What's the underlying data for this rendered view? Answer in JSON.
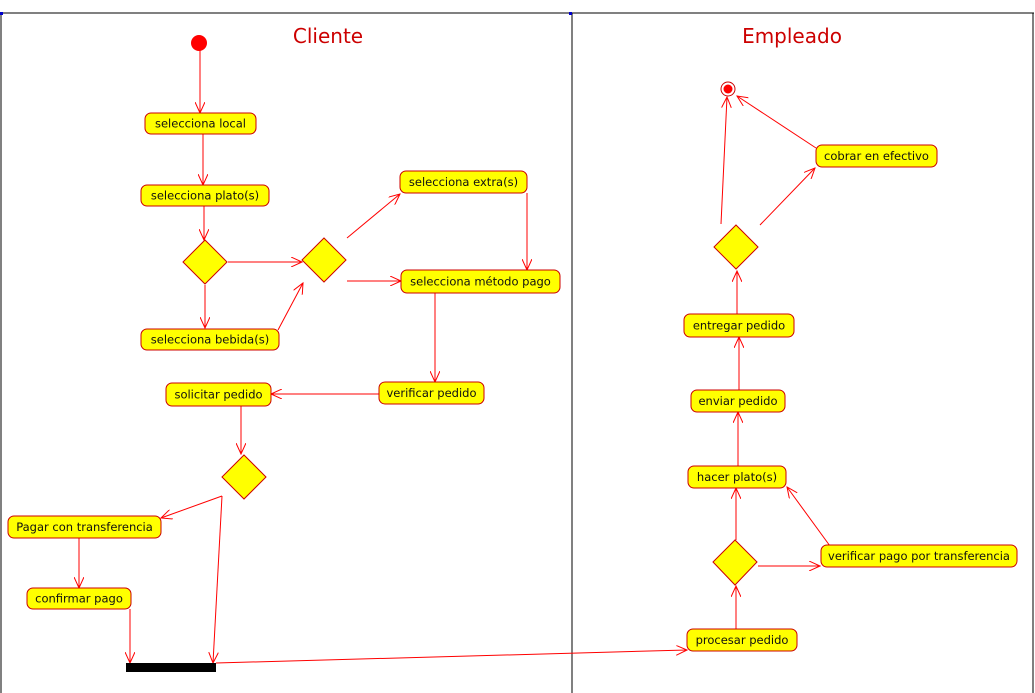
{
  "colors": {
    "flow": "#ff0000",
    "node_fill": "#ffff00",
    "node_border": "#cc0000",
    "lane_title": "#cc0000",
    "fork_bar": "#000000"
  },
  "lanes": [
    {
      "id": "cliente",
      "title": "Cliente"
    },
    {
      "id": "empleado",
      "title": "Empleado"
    }
  ],
  "nodes": {
    "start": {
      "type": "initial"
    },
    "final": {
      "type": "final"
    },
    "selecciona_local": {
      "type": "action",
      "label": "selecciona local"
    },
    "selecciona_plato": {
      "type": "action",
      "label": "selecciona plato(s)"
    },
    "selecciona_bebida": {
      "type": "action",
      "label": "selecciona bebida(s)"
    },
    "selecciona_extra": {
      "type": "action",
      "label": "selecciona extra(s)"
    },
    "selecciona_metodo": {
      "type": "action",
      "label": "selecciona método pago"
    },
    "verificar_pedido": {
      "type": "action",
      "label": "verificar pedido"
    },
    "solicitar_pedido": {
      "type": "action",
      "label": "solicitar pedido"
    },
    "pagar_transferencia": {
      "type": "action",
      "label": "Pagar con transferencia"
    },
    "confirmar_pago": {
      "type": "action",
      "label": "confirmar pago"
    },
    "procesar_pedido": {
      "type": "action",
      "label": "procesar pedido"
    },
    "verificar_pago_transferencia": {
      "type": "action",
      "label": "verificar pago por transferencia"
    },
    "hacer_plato": {
      "type": "action",
      "label": "hacer plato(s)"
    },
    "enviar_pedido": {
      "type": "action",
      "label": "enviar pedido"
    },
    "entregar_pedido": {
      "type": "action",
      "label": "entregar pedido"
    },
    "cobrar_efectivo": {
      "type": "action",
      "label": "cobrar en efectivo"
    },
    "d1": {
      "type": "decision"
    },
    "d2": {
      "type": "decision"
    },
    "d3": {
      "type": "decision"
    },
    "d4": {
      "type": "decision"
    },
    "d5": {
      "type": "decision"
    },
    "join": {
      "type": "join_bar"
    }
  },
  "edges": [
    {
      "from": "start",
      "to": "selecciona_local"
    },
    {
      "from": "selecciona_local",
      "to": "selecciona_plato"
    },
    {
      "from": "selecciona_plato",
      "to": "d1"
    },
    {
      "from": "d1",
      "to": "selecciona_bebida"
    },
    {
      "from": "d1",
      "to": "d2"
    },
    {
      "from": "selecciona_bebida",
      "to": "d2"
    },
    {
      "from": "d2",
      "to": "selecciona_extra"
    },
    {
      "from": "d2",
      "to": "selecciona_metodo"
    },
    {
      "from": "selecciona_extra",
      "to": "selecciona_metodo"
    },
    {
      "from": "selecciona_metodo",
      "to": "verificar_pedido"
    },
    {
      "from": "verificar_pedido",
      "to": "solicitar_pedido"
    },
    {
      "from": "solicitar_pedido",
      "to": "d3"
    },
    {
      "from": "d3",
      "to": "pagar_transferencia"
    },
    {
      "from": "d3",
      "to": "join"
    },
    {
      "from": "pagar_transferencia",
      "to": "confirmar_pago"
    },
    {
      "from": "confirmar_pago",
      "to": "join"
    },
    {
      "from": "join",
      "to": "procesar_pedido"
    },
    {
      "from": "procesar_pedido",
      "to": "d4"
    },
    {
      "from": "d4",
      "to": "hacer_plato"
    },
    {
      "from": "d4",
      "to": "verificar_pago_transferencia"
    },
    {
      "from": "verificar_pago_transferencia",
      "to": "hacer_plato"
    },
    {
      "from": "hacer_plato",
      "to": "enviar_pedido"
    },
    {
      "from": "enviar_pedido",
      "to": "entregar_pedido"
    },
    {
      "from": "entregar_pedido",
      "to": "d5"
    },
    {
      "from": "d5",
      "to": "final"
    },
    {
      "from": "d5",
      "to": "cobrar_efectivo"
    },
    {
      "from": "cobrar_efectivo",
      "to": "final"
    }
  ]
}
